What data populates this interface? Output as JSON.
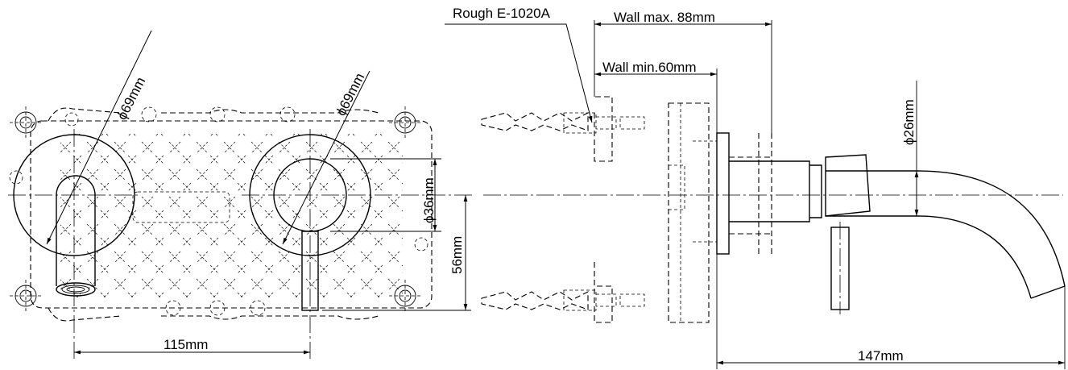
{
  "front_view": {
    "left_plate_diameter": "ϕ69mm",
    "right_plate_diameter": "ϕ69mm",
    "handle_diameter": "ϕ36mm",
    "vertical_offset": "56mm",
    "center_distance": "115mm"
  },
  "side_view": {
    "rough_label": "Rough E-1020A",
    "wall_max": "Wall max. 88mm",
    "wall_min": "Wall min.60mm",
    "spout_diameter": "ϕ26mm",
    "spout_reach": "147mm"
  }
}
